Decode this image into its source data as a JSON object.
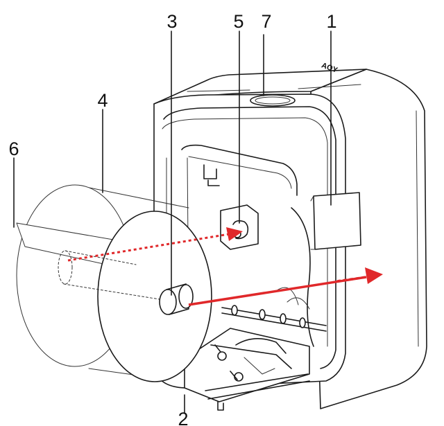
{
  "callouts": [
    "1",
    "2",
    "3",
    "4",
    "5",
    "6",
    "7"
  ],
  "brand_mark": "YOA",
  "arrow_color": "#e0282a"
}
